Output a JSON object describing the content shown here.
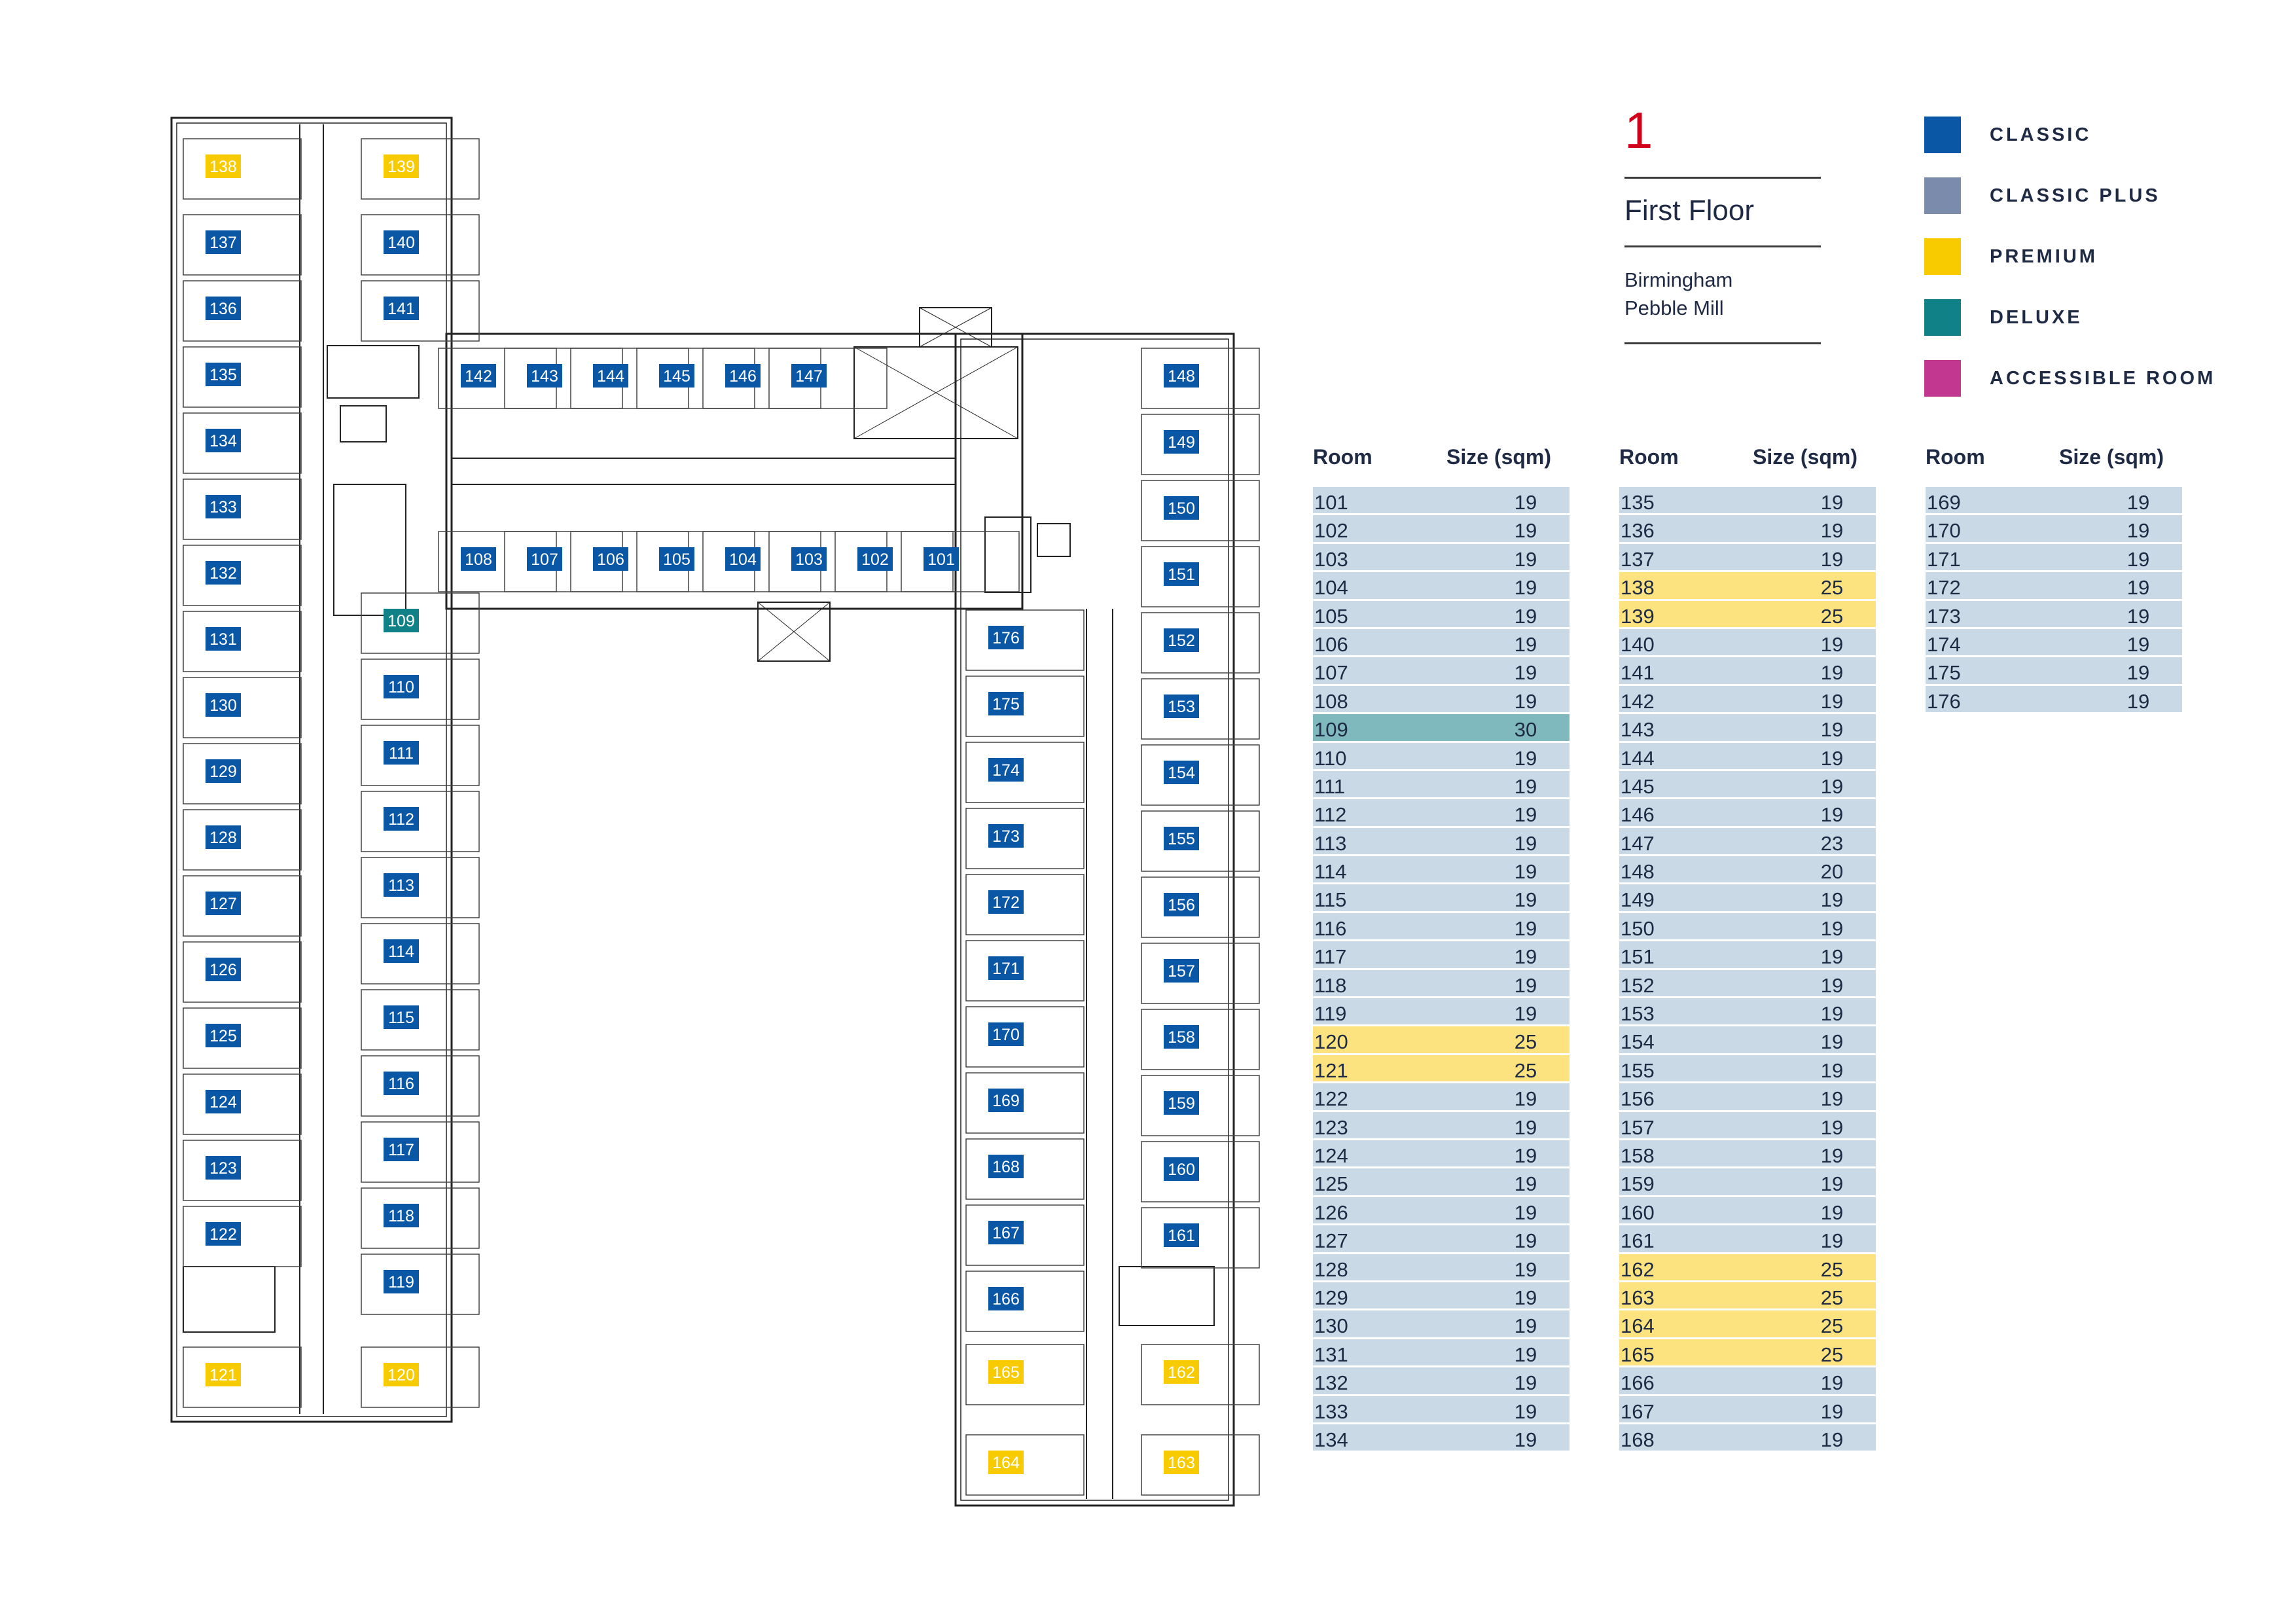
{
  "header": {
    "floor_number": "1",
    "floor_title": "First Floor",
    "building_line1": "Birmingham",
    "building_line2": "Pebble Mill"
  },
  "legend": [
    {
      "label": "CLASSIC",
      "color": "#0a57a6"
    },
    {
      "label": "CLASSIC PLUS",
      "color": "#7b8bab"
    },
    {
      "label": "PREMIUM",
      "color": "#f8cb00"
    },
    {
      "label": "DELUXE",
      "color": "#0f8187"
    },
    {
      "label": "ACCESSIBLE ROOM",
      "color": "#c2378f"
    }
  ],
  "table_headers": {
    "room": "Room",
    "size": "Size (sqm)"
  },
  "tables": [
    {
      "rows": [
        {
          "room": "101",
          "size": "19",
          "type": "classic"
        },
        {
          "room": "102",
          "size": "19",
          "type": "classic"
        },
        {
          "room": "103",
          "size": "19",
          "type": "classic"
        },
        {
          "room": "104",
          "size": "19",
          "type": "classic"
        },
        {
          "room": "105",
          "size": "19",
          "type": "classic"
        },
        {
          "room": "106",
          "size": "19",
          "type": "classic"
        },
        {
          "room": "107",
          "size": "19",
          "type": "classic"
        },
        {
          "room": "108",
          "size": "19",
          "type": "classic"
        },
        {
          "room": "109",
          "size": "30",
          "type": "deluxe"
        },
        {
          "room": "110",
          "size": "19",
          "type": "classic"
        },
        {
          "room": "111",
          "size": "19",
          "type": "classic"
        },
        {
          "room": "112",
          "size": "19",
          "type": "classic"
        },
        {
          "room": "113",
          "size": "19",
          "type": "classic"
        },
        {
          "room": "114",
          "size": "19",
          "type": "classic"
        },
        {
          "room": "115",
          "size": "19",
          "type": "classic"
        },
        {
          "room": "116",
          "size": "19",
          "type": "classic"
        },
        {
          "room": "117",
          "size": "19",
          "type": "classic"
        },
        {
          "room": "118",
          "size": "19",
          "type": "classic"
        },
        {
          "room": "119",
          "size": "19",
          "type": "classic"
        },
        {
          "room": "120",
          "size": "25",
          "type": "premium"
        },
        {
          "room": "121",
          "size": "25",
          "type": "premium"
        },
        {
          "room": "122",
          "size": "19",
          "type": "classic"
        },
        {
          "room": "123",
          "size": "19",
          "type": "classic"
        },
        {
          "room": "124",
          "size": "19",
          "type": "classic"
        },
        {
          "room": "125",
          "size": "19",
          "type": "classic"
        },
        {
          "room": "126",
          "size": "19",
          "type": "classic"
        },
        {
          "room": "127",
          "size": "19",
          "type": "classic"
        },
        {
          "room": "128",
          "size": "19",
          "type": "classic"
        },
        {
          "room": "129",
          "size": "19",
          "type": "classic"
        },
        {
          "room": "130",
          "size": "19",
          "type": "classic"
        },
        {
          "room": "131",
          "size": "19",
          "type": "classic"
        },
        {
          "room": "132",
          "size": "19",
          "type": "classic"
        },
        {
          "room": "133",
          "size": "19",
          "type": "classic"
        },
        {
          "room": "134",
          "size": "19",
          "type": "classic"
        }
      ]
    },
    {
      "rows": [
        {
          "room": "135",
          "size": "19",
          "type": "classic"
        },
        {
          "room": "136",
          "size": "19",
          "type": "classic"
        },
        {
          "room": "137",
          "size": "19",
          "type": "classic"
        },
        {
          "room": "138",
          "size": "25",
          "type": "premium"
        },
        {
          "room": "139",
          "size": "25",
          "type": "premium"
        },
        {
          "room": "140",
          "size": "19",
          "type": "classic"
        },
        {
          "room": "141",
          "size": "19",
          "type": "classic"
        },
        {
          "room": "142",
          "size": "19",
          "type": "classic"
        },
        {
          "room": "143",
          "size": "19",
          "type": "classic"
        },
        {
          "room": "144",
          "size": "19",
          "type": "classic"
        },
        {
          "room": "145",
          "size": "19",
          "type": "classic"
        },
        {
          "room": "146",
          "size": "19",
          "type": "classic"
        },
        {
          "room": "147",
          "size": "23",
          "type": "classic"
        },
        {
          "room": "148",
          "size": "20",
          "type": "classic"
        },
        {
          "room": "149",
          "size": "19",
          "type": "classic"
        },
        {
          "room": "150",
          "size": "19",
          "type": "classic"
        },
        {
          "room": "151",
          "size": "19",
          "type": "classic"
        },
        {
          "room": "152",
          "size": "19",
          "type": "classic"
        },
        {
          "room": "153",
          "size": "19",
          "type": "classic"
        },
        {
          "room": "154",
          "size": "19",
          "type": "classic"
        },
        {
          "room": "155",
          "size": "19",
          "type": "classic"
        },
        {
          "room": "156",
          "size": "19",
          "type": "classic"
        },
        {
          "room": "157",
          "size": "19",
          "type": "classic"
        },
        {
          "room": "158",
          "size": "19",
          "type": "classic"
        },
        {
          "room": "159",
          "size": "19",
          "type": "classic"
        },
        {
          "room": "160",
          "size": "19",
          "type": "classic"
        },
        {
          "room": "161",
          "size": "19",
          "type": "classic"
        },
        {
          "room": "162",
          "size": "25",
          "type": "premium"
        },
        {
          "room": "163",
          "size": "25",
          "type": "premium"
        },
        {
          "room": "164",
          "size": "25",
          "type": "premium"
        },
        {
          "room": "165",
          "size": "25",
          "type": "premium"
        },
        {
          "room": "166",
          "size": "19",
          "type": "classic"
        },
        {
          "room": "167",
          "size": "19",
          "type": "classic"
        },
        {
          "room": "168",
          "size": "19",
          "type": "classic"
        }
      ]
    },
    {
      "rows": [
        {
          "room": "169",
          "size": "19",
          "type": "classic"
        },
        {
          "room": "170",
          "size": "19",
          "type": "classic"
        },
        {
          "room": "171",
          "size": "19",
          "type": "classic"
        },
        {
          "room": "172",
          "size": "19",
          "type": "classic"
        },
        {
          "room": "173",
          "size": "19",
          "type": "classic"
        },
        {
          "room": "174",
          "size": "19",
          "type": "classic"
        },
        {
          "room": "175",
          "size": "19",
          "type": "classic"
        },
        {
          "room": "176",
          "size": "19",
          "type": "classic"
        }
      ]
    }
  ]
}
